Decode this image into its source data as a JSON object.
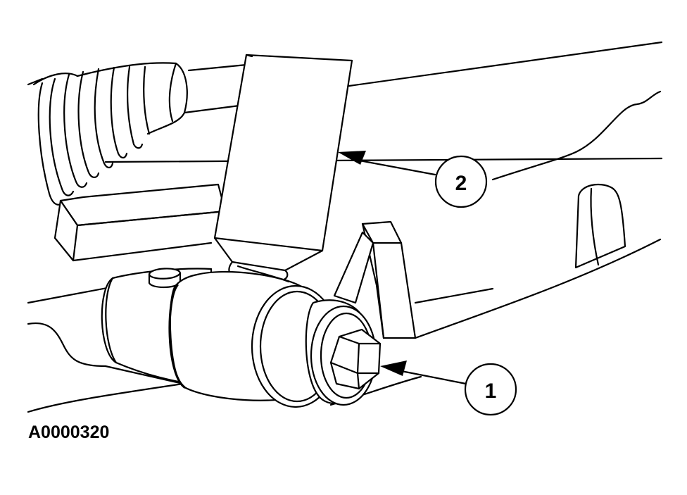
{
  "figure": {
    "id": "A0000320",
    "callouts": [
      {
        "number": "1",
        "part-icon": "bolt-icon"
      },
      {
        "number": "2",
        "part-icon": "shock-absorber-icon"
      }
    ],
    "colors": {
      "line": "#000000",
      "background": "#ffffff"
    }
  }
}
